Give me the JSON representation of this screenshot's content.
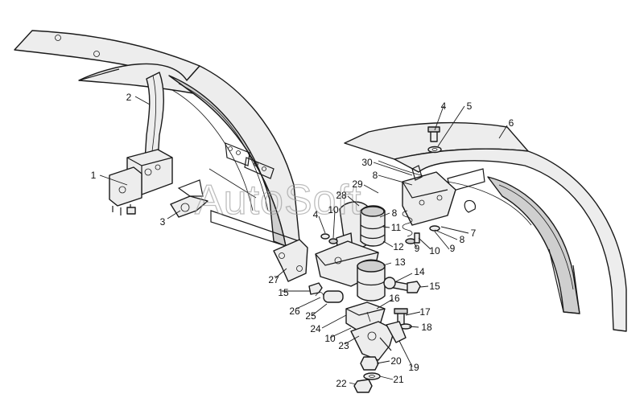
{
  "watermark": "AutoSoft",
  "callouts": [
    {
      "label": "1"
    },
    {
      "label": "2"
    },
    {
      "label": "3"
    },
    {
      "label": "4"
    },
    {
      "label": "5"
    },
    {
      "label": "6"
    },
    {
      "label": "30"
    },
    {
      "label": "8"
    },
    {
      "label": "29"
    },
    {
      "label": "28"
    },
    {
      "label": "4"
    },
    {
      "label": "10"
    },
    {
      "label": "8"
    },
    {
      "label": "11"
    },
    {
      "label": "7"
    },
    {
      "label": "8"
    },
    {
      "label": "9"
    },
    {
      "label": "10"
    },
    {
      "label": "9"
    },
    {
      "label": "12"
    },
    {
      "label": "27"
    },
    {
      "label": "13"
    },
    {
      "label": "14"
    },
    {
      "label": "15"
    },
    {
      "label": "15"
    },
    {
      "label": "26"
    },
    {
      "label": "25"
    },
    {
      "label": "24"
    },
    {
      "label": "16"
    },
    {
      "label": "17"
    },
    {
      "label": "10"
    },
    {
      "label": "23"
    },
    {
      "label": "18"
    },
    {
      "label": "19"
    },
    {
      "label": "20"
    },
    {
      "label": "21"
    },
    {
      "label": "22"
    }
  ]
}
